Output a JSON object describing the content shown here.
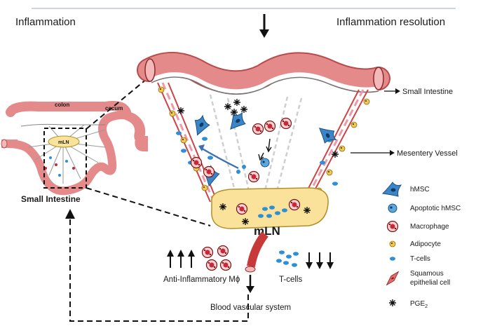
{
  "header": {
    "left_title": "Inflammation",
    "right_title": "Inflammation resolution"
  },
  "inset": {
    "colon_label": "colon",
    "cecum_label": "cecum",
    "mln_label": "mLN",
    "caption": "Small Intestine"
  },
  "center": {
    "mln_label": "mLN",
    "small_intestine_label": "Small Intestine",
    "mesentery_vessel_label": "Mesentery Vessel",
    "anti_inflammatory_label": "Anti-Inflammatory Mϕ",
    "tcells_label": "T-cells",
    "blood_label": "Blood vascular system"
  },
  "legend": {
    "items": [
      {
        "label": "hMSC",
        "icon": "hmsc-icon"
      },
      {
        "label": "Apoptotic hMSC",
        "icon": "apoptotic-hmsc-icon"
      },
      {
        "label": "Macrophage",
        "icon": "macrophage-icon"
      },
      {
        "label": "Adipocyte",
        "icon": "adipocyte-icon"
      },
      {
        "label": "T-cells",
        "icon": "tcell-icon"
      },
      {
        "label": "Squamous",
        "label2": "epithelial cell",
        "icon": "squamous-epithelial-icon"
      },
      {
        "label": "PGE",
        "sub": "2",
        "icon": "pge2-icon"
      }
    ]
  },
  "colors": {
    "intestine": "#e48a8a",
    "hmsc": "#3a86c8",
    "mln": "#fbe29a",
    "adipocyte": "#f2c94c",
    "tcell": "#2e8fd6",
    "macrophage": "#c8283a"
  }
}
